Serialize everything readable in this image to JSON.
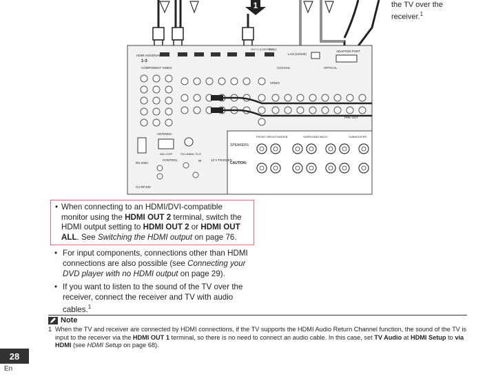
{
  "caption": {
    "line1": "the TV over the",
    "line2": "receiver.",
    "footnote_ref": "1"
  },
  "panel": {
    "hdmi_assignable": "HDMI ASSIGNABLE",
    "hdmi_range": "1-3",
    "hdmi_out": "OUT 1 (CONTROL)",
    "hdmi_out2": "OUT 2",
    "lan": "LAN (10/100)",
    "adapter_port": "ADAPTER PORT",
    "component_video": "COMPONENT VIDEO",
    "coaxial": "COAXIAL",
    "optical": "OPTICAL",
    "video": "VIDEO",
    "pre_out": "PRE OUT",
    "antenna": "ANTENNA",
    "am_loop": "AM LOOP",
    "fm_unbal": "FM UNBAL 75 Ω",
    "rs232c": "RS-232C",
    "control": "CONTROL",
    "trigger": "12 V TRIGGER",
    "speakers": "SPEAKERS",
    "caution": "CAUTION:",
    "ir": "IR",
    "subwoofer": "SUBWOOFER",
    "surround_back": "SURROUND BACK",
    "front_height": "FRONT HEIGHT/WIDE/B",
    "model": "CU-RF100",
    "cable_num": "1"
  },
  "bullets": [
    {
      "pre": "When connecting to an HDMI/DVI-compatible monitor using the ",
      "b1": "HDMI OUT 2",
      "mid1": " terminal, switch the HDMI output setting to ",
      "b2": "HDMI OUT 2",
      "mid2": " or ",
      "b3": "HDMI OUT ALL",
      "mid3": ". See ",
      "i1": "Switching the HDMI output",
      "post": " on page 76."
    },
    {
      "pre": "For input components, connections other than HDMI connections are also possible (see ",
      "i1": "Connecting your DVD player with no HDMI output",
      "post": " on page 29)."
    },
    {
      "pre": "If you want to listen to the sound of the TV over the receiver, connect the receiver and TV with audio cables.",
      "sup": "1"
    }
  ],
  "note": {
    "heading": "Note",
    "number": "1",
    "t1": "When the TV and receiver are connected by HDMI connections, if the TV supports the HDMI Audio Return Channel function, the sound of the TV is input to the receiver via the ",
    "b1": "HDMI OUT 1",
    "t2": " terminal, so there is no need to connect an audio cable. In this case, set ",
    "b2": "TV Audio",
    "t3": " at ",
    "b3": "HDMI Setup",
    "t4": " to ",
    "b4": "via HDMI",
    "t5": " (see ",
    "i1": "HDMI Setup",
    "t6": " on page 68)."
  },
  "page": {
    "number": "28",
    "lang": "En"
  }
}
